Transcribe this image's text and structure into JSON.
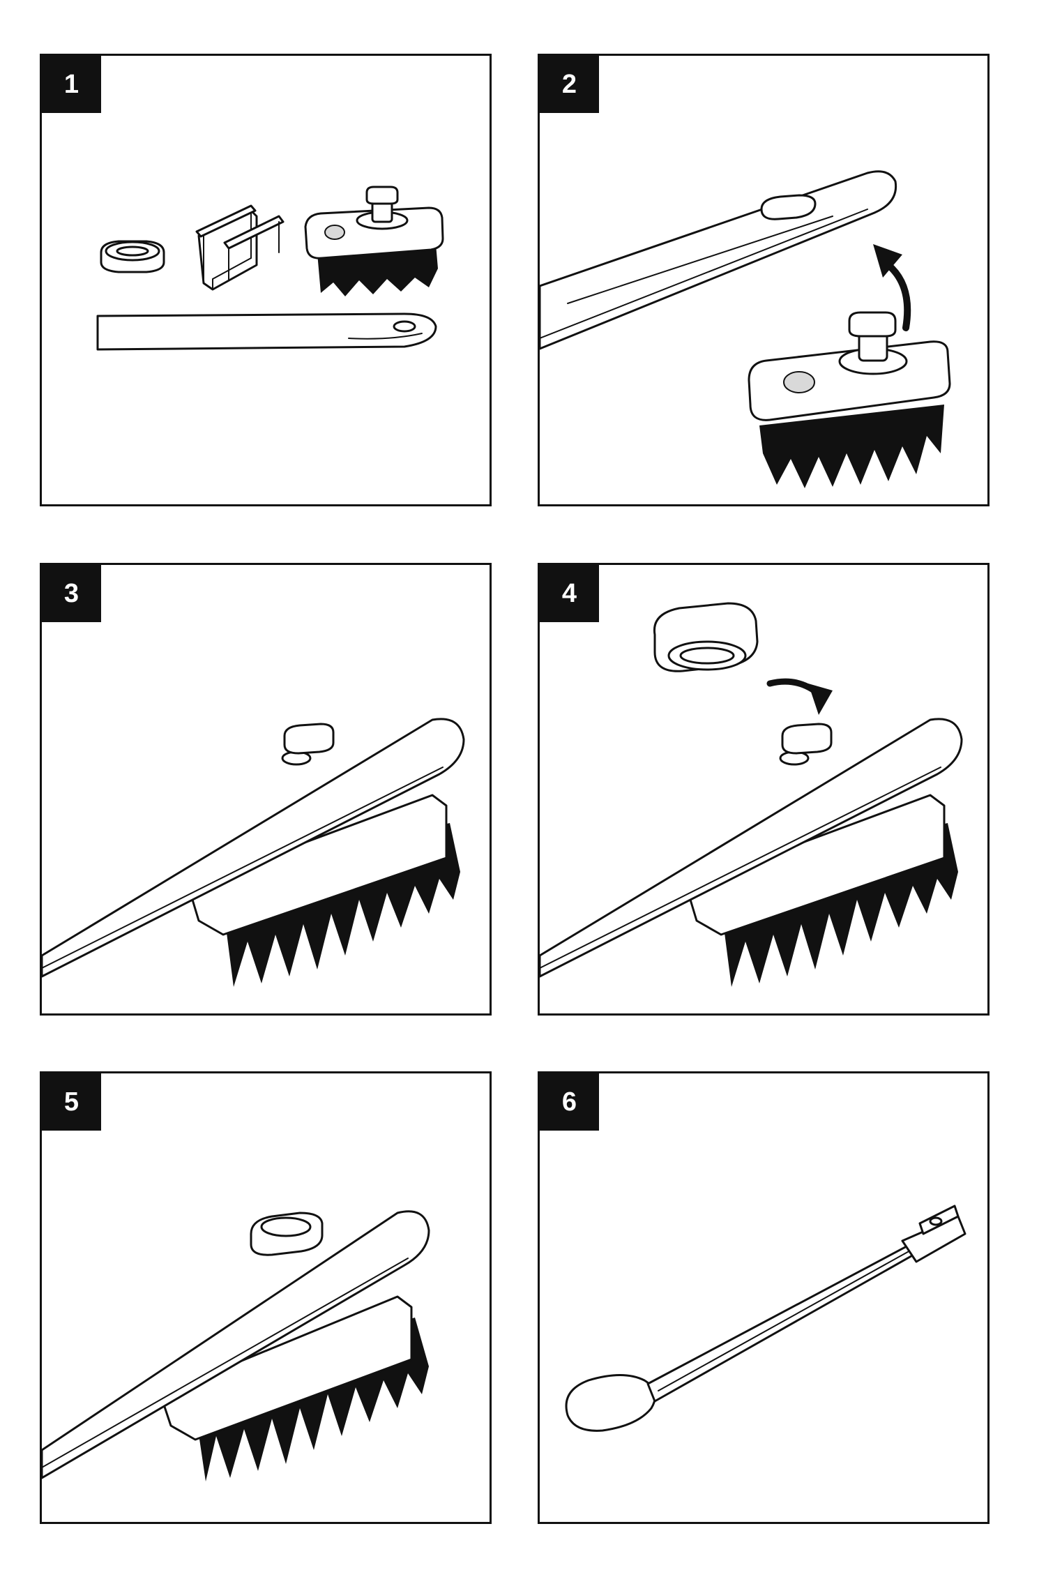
{
  "steps": [
    {
      "number": "1"
    },
    {
      "number": "2"
    },
    {
      "number": "3"
    },
    {
      "number": "4"
    },
    {
      "number": "5"
    },
    {
      "number": "6"
    }
  ]
}
